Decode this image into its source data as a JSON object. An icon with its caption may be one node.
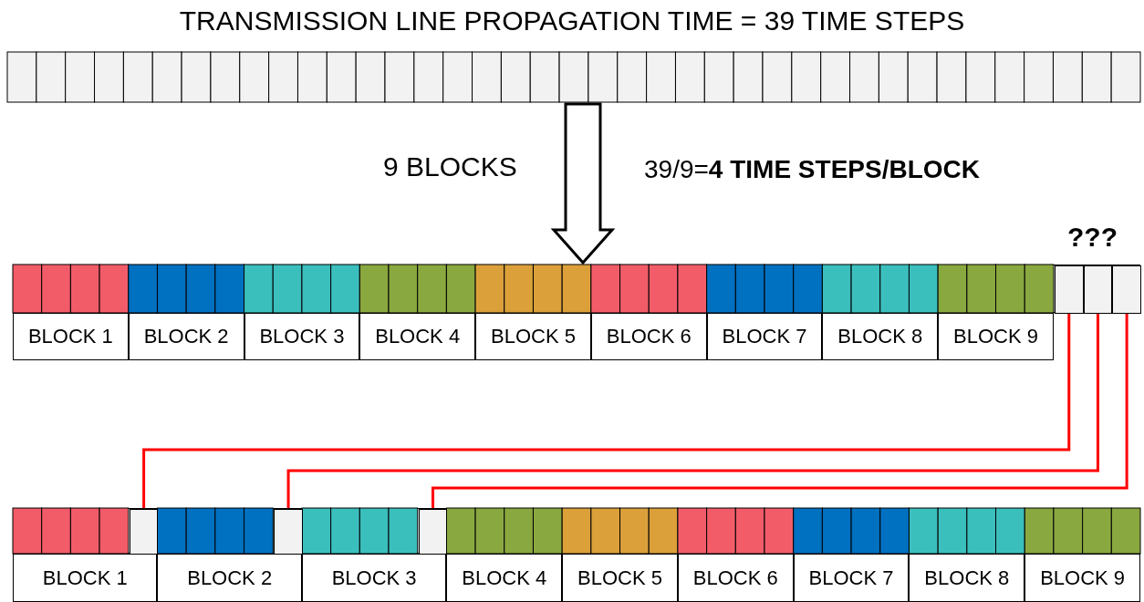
{
  "diagram": {
    "title": "TRANSMISSION LINE PROPAGATION TIME = 39 TIME STEPS",
    "nodes": [
      {
        "text": [],
        "shape": "bar"
      },
      {
        "text": [],
        "shape": "bar"
      },
      {
        "text": [],
        "shape": "box",
        "in": 1
      },
      {
        "text": [],
        "shape": "box",
        "in": 1
      },
      {
        "text": [],
        "shape": "box",
        "in": 1
      },
      {
        "text": [
          "BLOCK 1"
        ]
      },
      {
        "text": [
          "BLOCK 2"
        ]
      },
      {
        "text": [
          "BLOCK 3"
        ]
      },
      {
        "text": [
          "BLOCK 4"
        ]
      },
      {
        "text": [
          "BLOCK 5"
        ]
      },
      {
        "text": [
          "BLOCK 6"
        ]
      },
      {
        "text": [
          "BLOCK 7"
        ]
      },
      {
        "text": [
          "BLOCK 8"
        ]
      },
      {
        "text": [
          "BLOCK 9"
        ]
      },
      {
        "text": [],
        "shape": "bar"
      },
      {
        "text": [],
        "shape": "box",
        "in": 14
      },
      {
        "text": [],
        "shape": "box",
        "in": 14
      },
      {
        "text": [],
        "shape": "box",
        "in": 14
      },
      {
        "text": [
          "BLOCK 1"
        ]
      },
      {
        "text": [
          "BLOCK 2"
        ]
      },
      {
        "text": [
          "BLOCK 3"
        ]
      },
      {
        "text": [
          "BLOCK 4"
        ]
      },
      {
        "text": [
          "BLOCK 5"
        ]
      },
      {
        "text": [
          "BLOCK 6"
        ]
      },
      {
        "text": [
          "BLOCK 7"
        ]
      },
      {
        "text": [
          "BLOCK 8"
        ]
      },
      {
        "text": [
          "BLOCK 9"
        ]
      }
    ],
    "edges": [
      {
        "from": 0,
        "to": 1,
        "arrow": "to",
        "color": "#000000"
      },
      {
        "from": 2,
        "to": 15,
        "arrow": "none"
      },
      {
        "from": 3,
        "to": 16,
        "arrow": "none"
      },
      {
        "from": 4,
        "to": 17,
        "arrow": "none"
      }
    ],
    "labels": [
      "9 BLOCKS",
      "39/9=**4 TIME STEPS/BLOCK**",
      "???"
    ]
  }
}
